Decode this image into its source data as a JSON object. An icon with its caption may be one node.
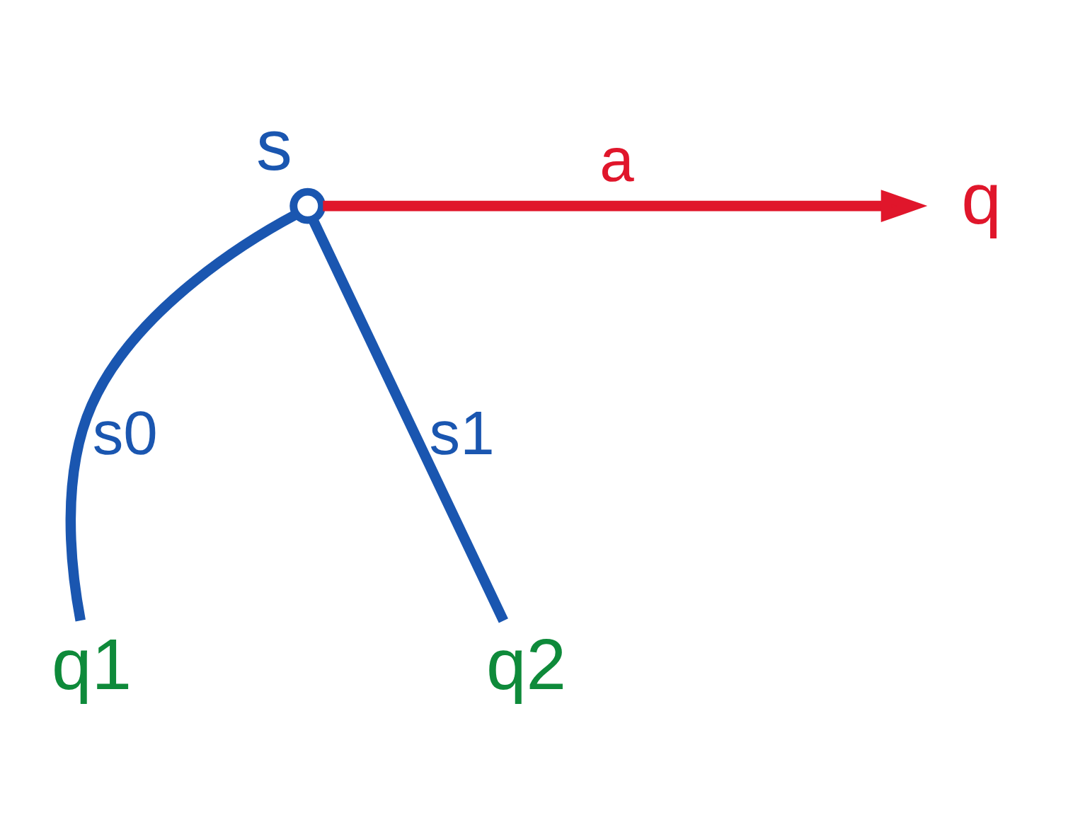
{
  "diagram": {
    "nodes": [
      {
        "text": [],
        "shape": "circle",
        "beside": [
          "s"
        ]
      },
      {
        "text": [
          "q1"
        ]
      },
      {
        "text": [
          "q2"
        ]
      },
      {
        "text": [
          "q"
        ]
      }
    ],
    "edges": [
      {
        "from": 0,
        "to": 1,
        "arrow": "none",
        "label": "s0"
      },
      {
        "from": 0,
        "to": 2,
        "arrow": "none",
        "label": "s1"
      },
      {
        "from": 0,
        "to": 3,
        "arrow": "to",
        "label": "a",
        "color": "#e0162b"
      }
    ]
  }
}
